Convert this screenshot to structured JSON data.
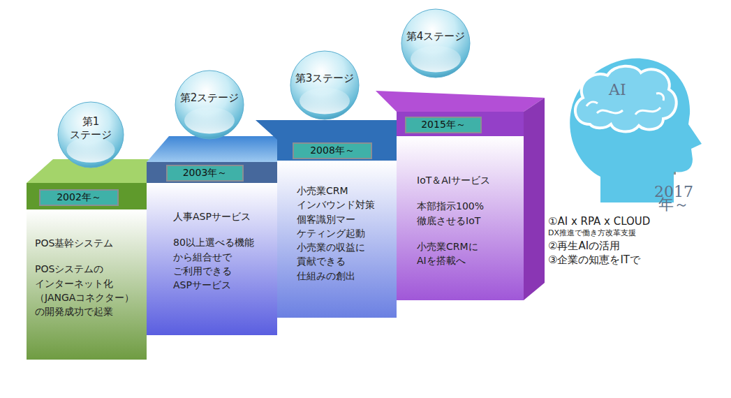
{
  "diagram": {
    "nodes": [
      {
        "text": [
          "第1 ステージ"
        ]
      },
      {
        "text": [
          "POS基幹システム",
          "POSシステムの インターネット化 （JANGAコネクター） の開発成功で起業"
        ]
      },
      {
        "text": [
          "2002年～"
        ],
        "in": 1
      },
      {
        "text": [
          "第2ステージ"
        ]
      },
      {
        "text": [
          "人事ASPサービス",
          "80以上選べる機能 から組合せで ご利用できる ASPサービス"
        ]
      },
      {
        "text": [
          "2003年～"
        ],
        "in": 4
      },
      {
        "text": [
          "第3ステージ"
        ]
      },
      {
        "text": [
          "小売業CRM インバウンド対策 個客識別マー ケティング起動 小売業の収益に 貢献できる 仕組みの創出"
        ]
      },
      {
        "text": [
          "2008年～"
        ],
        "in": 7
      },
      {
        "text": [
          "第4ステージ"
        ]
      },
      {
        "text": [
          "IoT＆AIサービス",
          "本部指示100% 徹底させるIoT",
          "小売業CRMに AIを搭載へ"
        ]
      },
      {
        "text": [
          "2015年～"
        ],
        "in": 10
      },
      {
        "text": [
          "AI"
        ]
      },
      {
        "text": [
          "2017年～"
        ],
        "in": 12
      }
    ],
    "labels": [
      "①AI x RPA x CLOUD",
      "DX推進で働き方改革支援",
      "②再生AIの活用",
      "③企業の知恵をITで"
    ]
  }
}
